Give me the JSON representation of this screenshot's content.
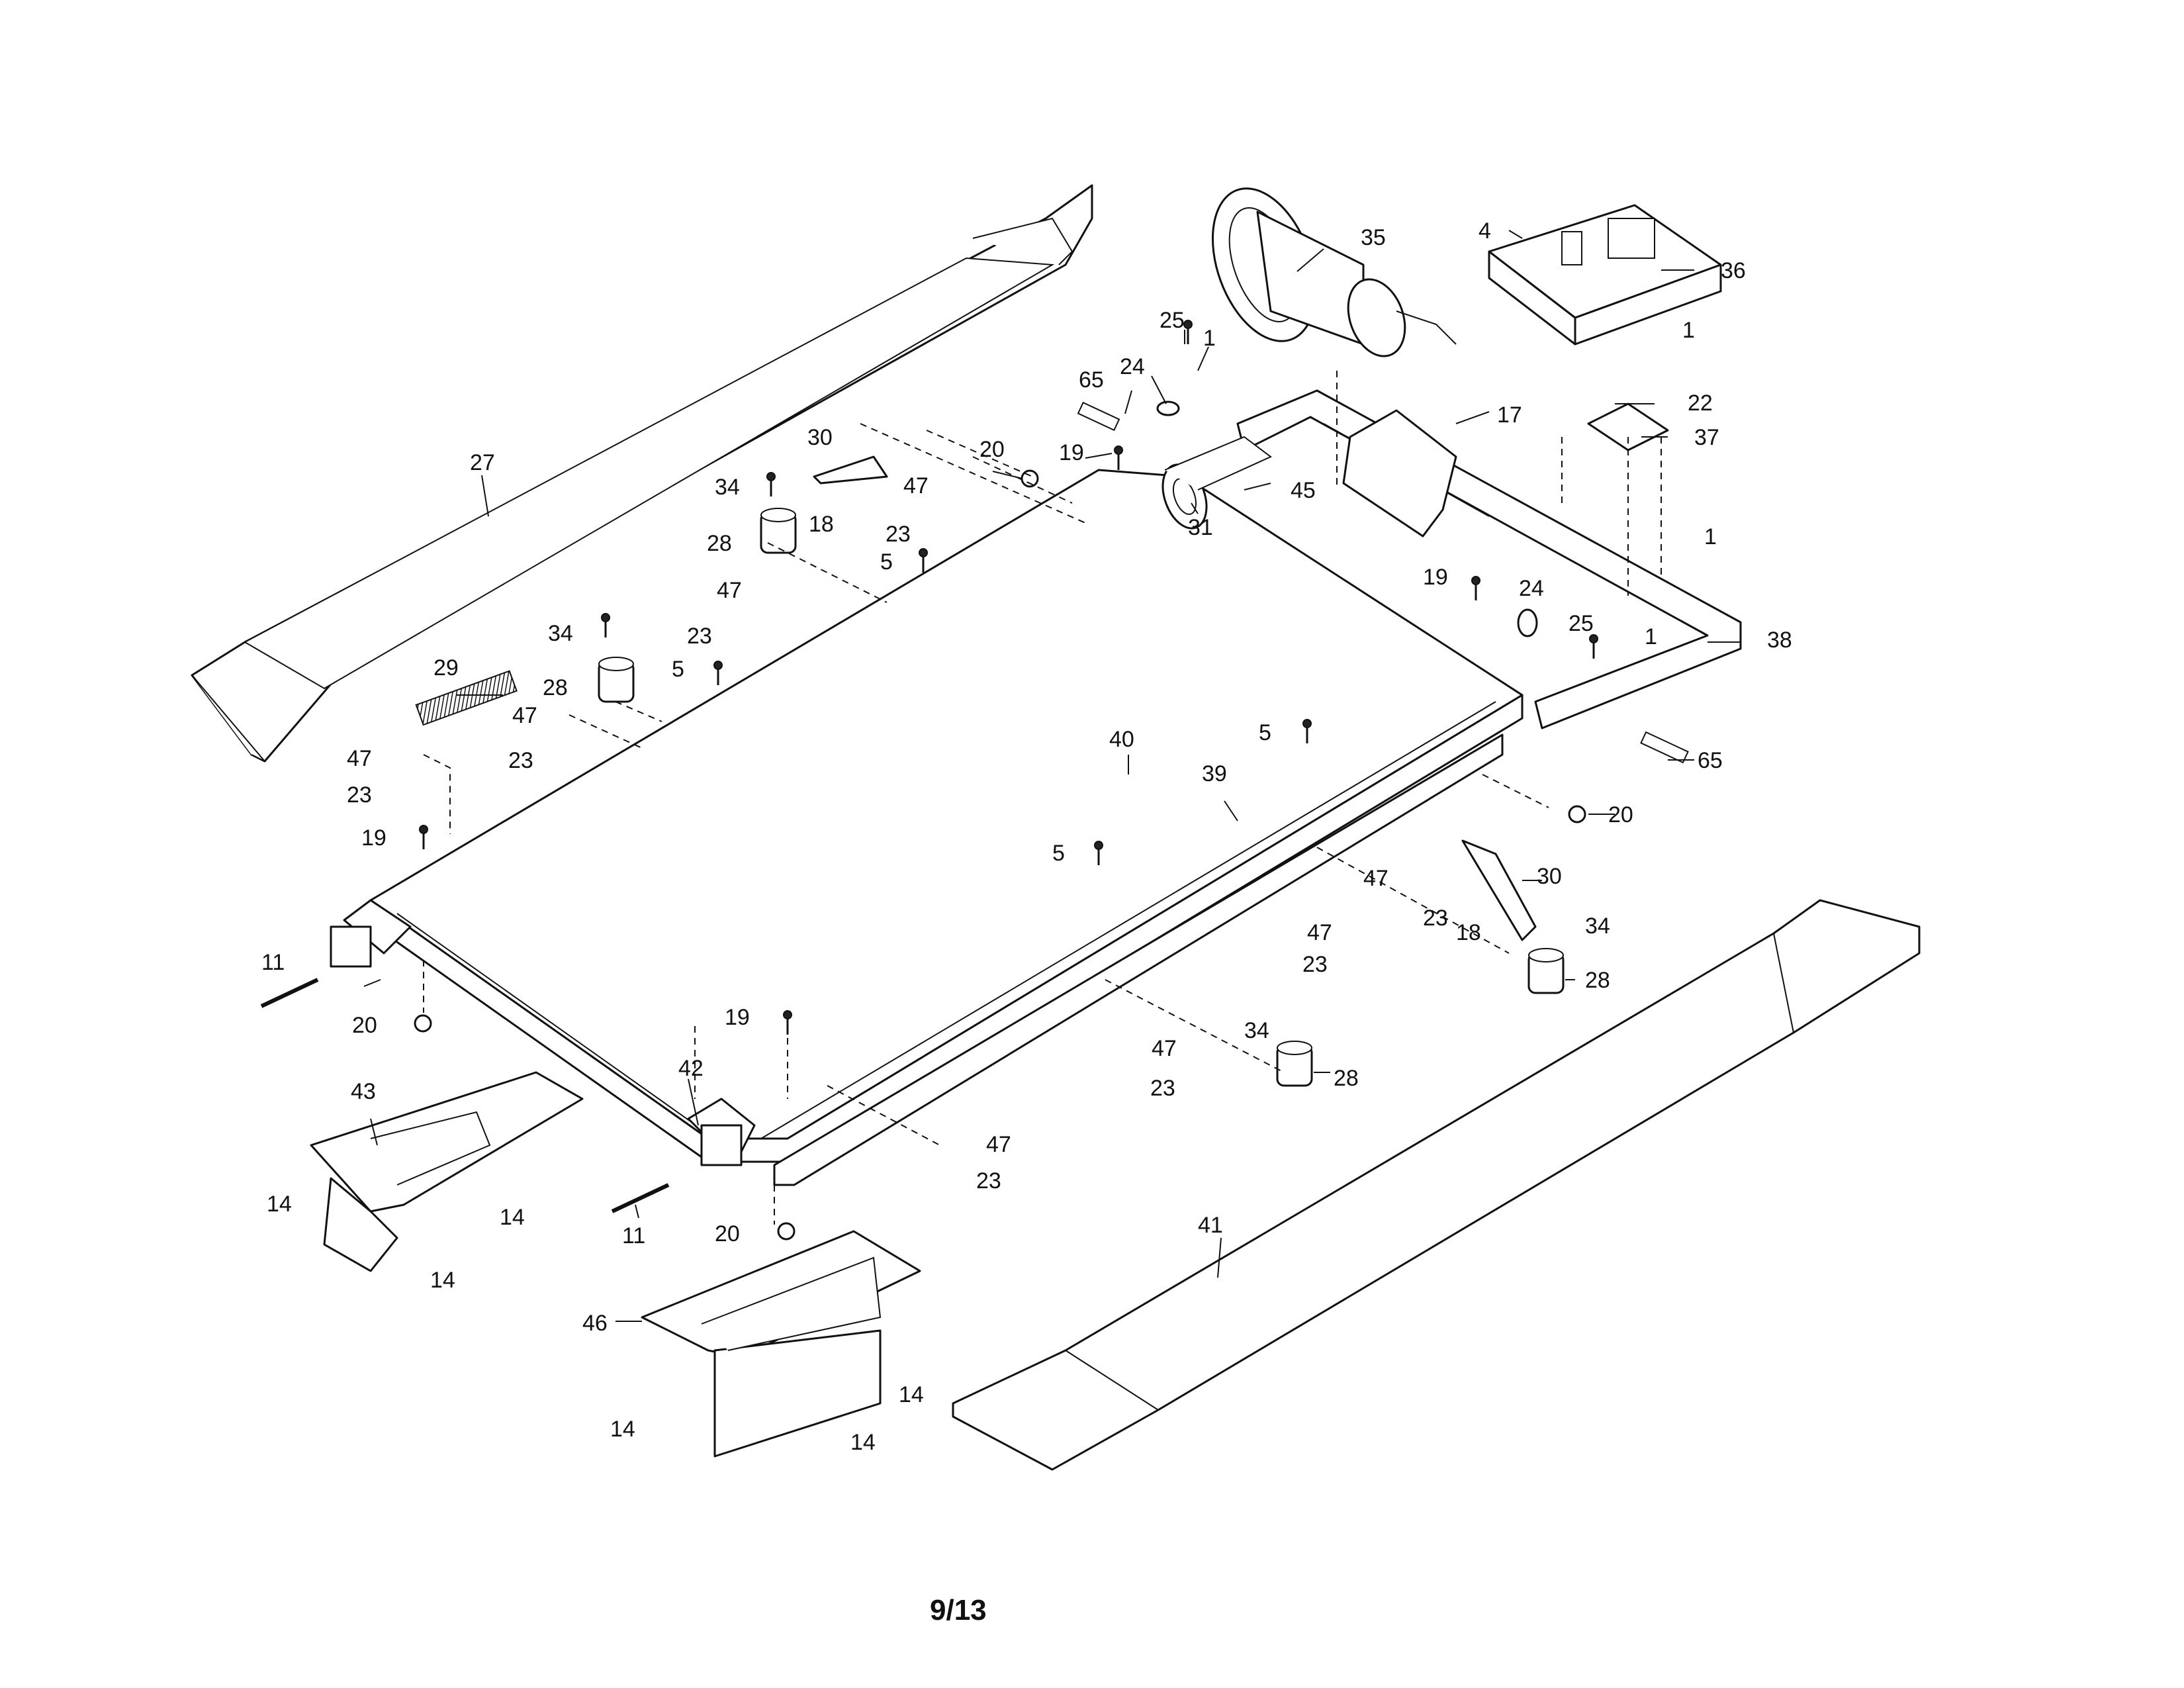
{
  "page_number": "9/13",
  "callouts": {
    "c1a": "1",
    "c1b": "1",
    "c1c": "1",
    "c1d": "1",
    "c4": "4",
    "c5a": "5",
    "c5b": "5",
    "c5c": "5",
    "c5d": "5",
    "c11a": "11",
    "c11b": "11",
    "c14a": "14",
    "c14b": "14",
    "c14c": "14",
    "c14d": "14",
    "c14e": "14",
    "c14f": "14",
    "c17": "17",
    "c18a": "18",
    "c18b": "18",
    "c19a": "19",
    "c19b": "19",
    "c19c": "19",
    "c19d": "19",
    "c20a": "20",
    "c20b": "20",
    "c20c": "20",
    "c20d": "20",
    "c22": "22",
    "c23a": "23",
    "c23b": "23",
    "c23c": "23",
    "c23d": "23",
    "c23e": "23",
    "c23f": "23",
    "c23g": "23",
    "c23h": "23",
    "c24a": "24",
    "c24b": "24",
    "c25a": "25",
    "c25b": "25",
    "c27": "27",
    "c28a": "28",
    "c28b": "28",
    "c28c": "28",
    "c28d": "28",
    "c29": "29",
    "c30a": "30",
    "c30b": "30",
    "c31": "31",
    "c34a": "34",
    "c34b": "34",
    "c34c": "34",
    "c34d": "34",
    "c35": "35",
    "c36": "36",
    "c37": "37",
    "c38": "38",
    "c39": "39",
    "c40": "40",
    "c41": "41",
    "c42": "42",
    "c43": "43",
    "c45": "45",
    "c46": "46",
    "c47a": "47",
    "c47b": "47",
    "c47c": "47",
    "c47d": "47",
    "c47e": "47",
    "c47f": "47",
    "c47g": "47",
    "c65a": "65",
    "c65b": "65"
  }
}
